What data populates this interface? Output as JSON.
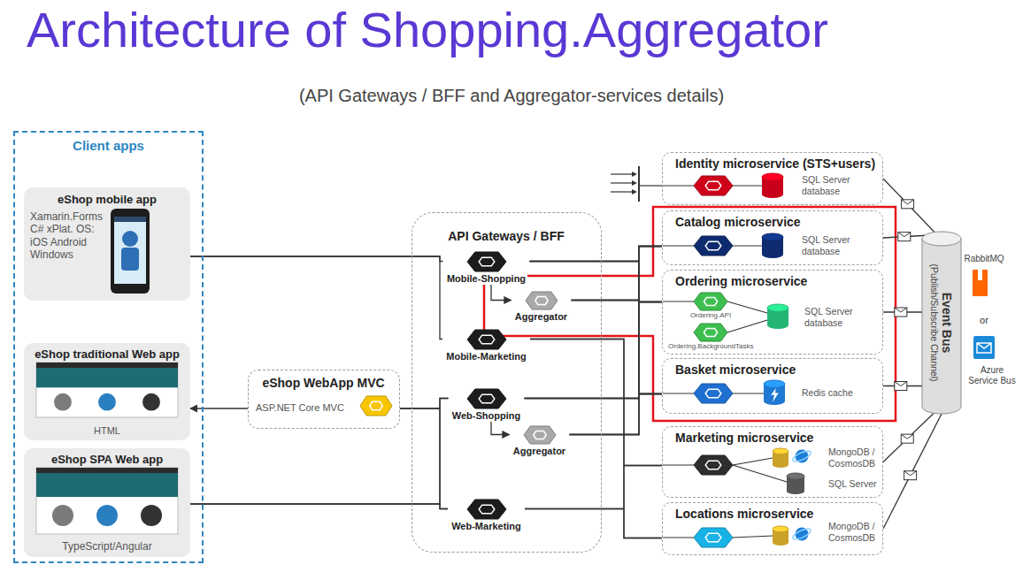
{
  "diagram": {
    "title": "Architecture of Shopping.Aggregator",
    "caption": "(API Gateways / BFF and Aggregator-services details)",
    "nodes": [
      {
        "text": [
          "Client apps"
        ]
      },
      {
        "text": [
          "eShop mobile app",
          "Xamarin.Forms C# xPlat. OS: iOS Android Windows"
        ],
        "in": 0
      },
      {
        "text": [
          "eShop traditional Web app",
          "HTML"
        ],
        "in": 0
      },
      {
        "text": [
          "eShop SPA Web app",
          "TypeScript/Angular"
        ],
        "in": 0
      },
      {
        "text": [
          "eShop WebApp MVC",
          "ASP.NET Core MVC"
        ]
      },
      {
        "text": [
          "API Gateways / BFF"
        ]
      },
      {
        "text": [
          "Mobile-Shopping"
        ],
        "in": 5
      },
      {
        "text": [
          "Aggregator"
        ],
        "in": 5
      },
      {
        "text": [
          "Mobile-Marketing"
        ],
        "in": 5
      },
      {
        "text": [
          "Web-Shopping"
        ],
        "in": 5
      },
      {
        "text": [
          "Aggregator"
        ],
        "in": 5
      },
      {
        "text": [
          "Web-Marketing"
        ],
        "in": 5
      },
      {
        "text": [
          "Identity microservice (STS+users)",
          "SQL Server database"
        ]
      },
      {
        "text": [
          "Catalog microservice",
          "SQL Server database"
        ]
      },
      {
        "text": [
          "Ordering microservice",
          "Ordering.API",
          "Ordering.BackgroundTasks",
          "SQL Server database"
        ]
      },
      {
        "text": [
          "Basket microservice",
          "Redis cache"
        ]
      },
      {
        "text": [
          "Marketing microservice",
          "MongoDB / CosmosDB",
          "SQL Server"
        ]
      },
      {
        "text": [
          "Locations microservice",
          "MongoDB / CosmosDB"
        ]
      },
      {
        "text": [
          "Event Bus",
          "(Publish/Subscribe Channel)"
        ]
      }
    ],
    "edges": [
      {
        "from": 1,
        "to": 6,
        "arrow": "none"
      },
      {
        "from": 1,
        "to": 8,
        "arrow": "none"
      },
      {
        "from": 4,
        "to": 2,
        "arrow": "to"
      },
      {
        "from": 4,
        "to": 9,
        "arrow": "none"
      },
      {
        "from": 4,
        "to": 11,
        "arrow": "none"
      },
      {
        "from": 3,
        "to": 9,
        "arrow": "none"
      },
      {
        "from": 3,
        "to": 11,
        "arrow": "none"
      },
      {
        "from": 6,
        "to": 7,
        "arrow": "to"
      },
      {
        "from": 9,
        "to": 10,
        "arrow": "to"
      },
      {
        "from": 6,
        "to": 13,
        "arrow": "none"
      },
      {
        "from": 6,
        "to": 14,
        "arrow": "none"
      },
      {
        "from": 6,
        "to": 15,
        "arrow": "none"
      },
      {
        "from": 7,
        "to": 13,
        "arrow": "none"
      },
      {
        "from": 7,
        "to": 14,
        "arrow": "none"
      },
      {
        "from": 7,
        "to": 15,
        "arrow": "none"
      },
      {
        "from": 8,
        "to": 16,
        "arrow": "none"
      },
      {
        "from": 8,
        "to": 17,
        "arrow": "none"
      },
      {
        "from": 9,
        "to": 13,
        "arrow": "none"
      },
      {
        "from": 9,
        "to": 14,
        "arrow": "none"
      },
      {
        "from": 9,
        "to": 15,
        "arrow": "none"
      },
      {
        "from": 10,
        "to": 13,
        "arrow": "none"
      },
      {
        "from": 10,
        "to": 14,
        "arrow": "none"
      },
      {
        "from": 10,
        "to": 15,
        "arrow": "none"
      },
      {
        "from": 11,
        "to": 16,
        "arrow": "none"
      },
      {
        "from": 11,
        "to": 17,
        "arrow": "none"
      },
      {
        "from": 12,
        "to": 18,
        "arrow": "none"
      },
      {
        "from": 13,
        "to": 18,
        "arrow": "none"
      },
      {
        "from": 14,
        "to": 18,
        "arrow": "none"
      },
      {
        "from": 15,
        "to": 18,
        "arrow": "none"
      },
      {
        "from": 16,
        "to": 18,
        "arrow": "none"
      },
      {
        "from": 17,
        "to": 18,
        "arrow": "none"
      }
    ],
    "labels": [
      "RabbitMQ",
      "or",
      "Azure Service Bus"
    ]
  }
}
